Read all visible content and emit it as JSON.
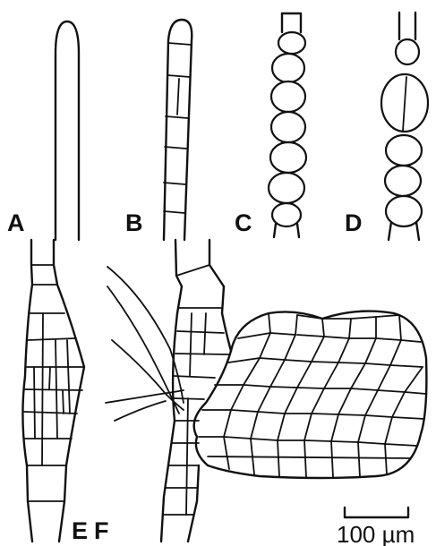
{
  "figure": {
    "labels": {
      "a": "A",
      "b": "B",
      "c": "C",
      "d": "D",
      "e": "E",
      "f": "F"
    },
    "scale_bar": {
      "label": "100 µm"
    }
  }
}
